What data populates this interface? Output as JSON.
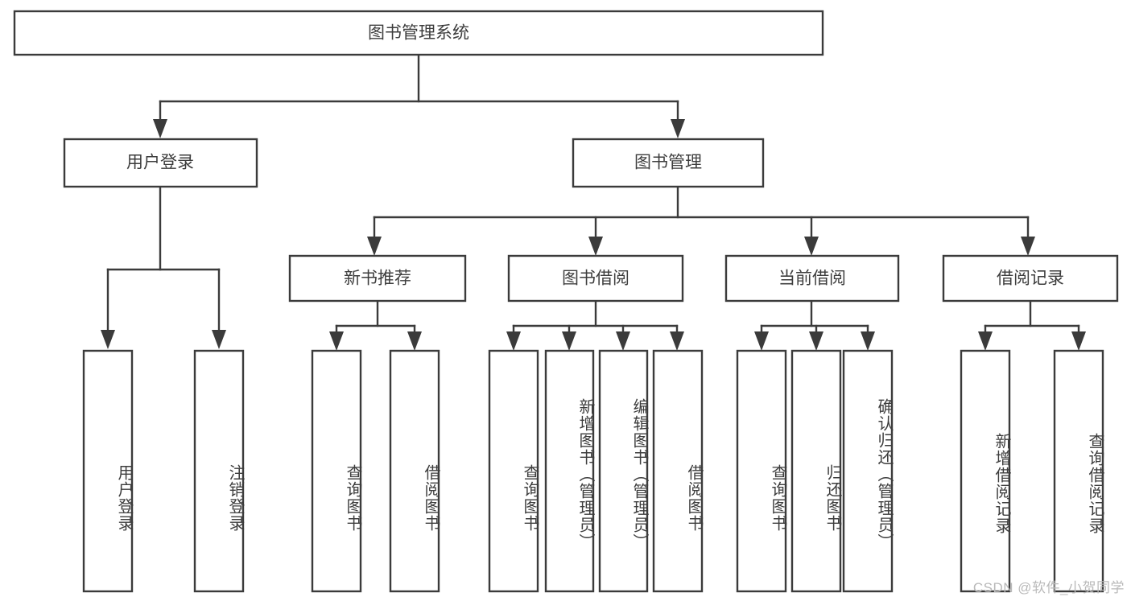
{
  "diagram": {
    "type": "tree",
    "title": "图书管理系统",
    "orientation": "top-down",
    "colors": {
      "box_stroke": "#3b3b3b",
      "box_fill": "#ffffff",
      "text": "#3d3d3d",
      "background": "#ffffff",
      "watermark": "#b9b9b9"
    },
    "levels": {
      "root": "图书管理系统",
      "level2": [
        "用户登录",
        "图书管理"
      ],
      "level3": [
        "新书推荐",
        "图书借阅",
        "当前借阅",
        "借阅记录"
      ]
    },
    "root": {
      "label": "图书管理系统",
      "children": [
        {
          "label": "用户登录",
          "children": [
            {
              "label": "用户登录"
            },
            {
              "label": "注销登录"
            }
          ]
        },
        {
          "label": "图书管理",
          "children": [
            {
              "label": "新书推荐",
              "children": [
                {
                  "label": "查询图书"
                },
                {
                  "label": "借阅图书"
                }
              ]
            },
            {
              "label": "图书借阅",
              "children": [
                {
                  "label": "查询图书"
                },
                {
                  "label": "新增图书（管理员）"
                },
                {
                  "label": "编辑图书（管理员）"
                },
                {
                  "label": "借阅图书"
                }
              ]
            },
            {
              "label": "当前借阅",
              "children": [
                {
                  "label": "查询图书"
                },
                {
                  "label": "归还图书"
                },
                {
                  "label": "确认归还（管理员）"
                }
              ]
            },
            {
              "label": "借阅记录",
              "children": [
                {
                  "label": "新增借阅记录"
                },
                {
                  "label": "查询借阅记录"
                }
              ]
            }
          ]
        }
      ]
    },
    "nodes": {
      "root": "图书管理系统",
      "user_login_group": "用户登录",
      "book_manage_group": "图书管理",
      "new_book_rec": "新书推荐",
      "book_borrow": "图书借阅",
      "current_borrow": "当前借阅",
      "borrow_record": "借阅记录",
      "leaf_user_login": "用户登录",
      "leaf_user_logout": "注销登录",
      "leaf_rec_query": "查询图书",
      "leaf_rec_borrow": "借阅图书",
      "leaf_borrow_query": "查询图书",
      "leaf_borrow_add": "新增图书（管理员）",
      "leaf_borrow_edit": "编辑图书（管理员）",
      "leaf_borrow_borrow": "借阅图书",
      "leaf_current_query": "查询图书",
      "leaf_current_return": "归还图书",
      "leaf_current_confirm": "确认归还（管理员）",
      "leaf_record_add": "新增借阅记录",
      "leaf_record_query": "查询借阅记录"
    }
  },
  "watermark": {
    "text": "CSDN @软件_小贺同学"
  }
}
